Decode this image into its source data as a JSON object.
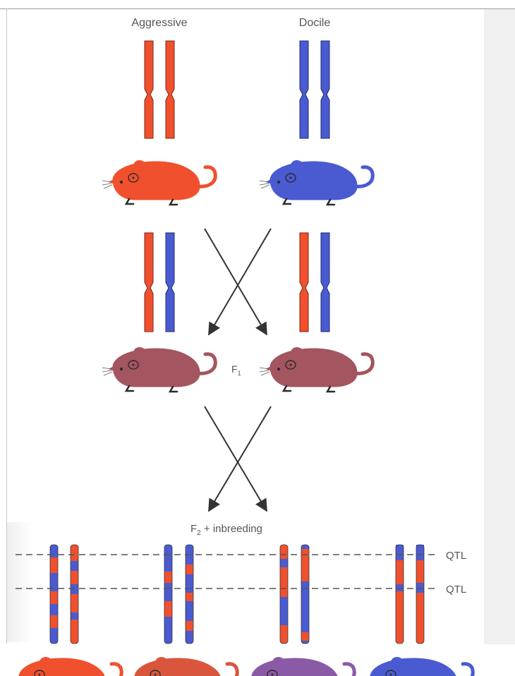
{
  "labels": {
    "aggressive": "Aggressive",
    "docile": "Docile",
    "f1_main": "F",
    "f1_sub": "1",
    "f2_main": "F",
    "f2_sub": "2",
    "f2_rest": " + inbreeding",
    "qtl_upper": "QTL",
    "qtl_lower": "QTL"
  },
  "colors": {
    "aggressive": "#f0502d",
    "docile": "#4a5bd1",
    "f1_hybrid": "#a35560",
    "arrow": "#333333"
  },
  "icons": [
    "mouse-icon",
    "chromosome-icon",
    "arrow-icon"
  ]
}
